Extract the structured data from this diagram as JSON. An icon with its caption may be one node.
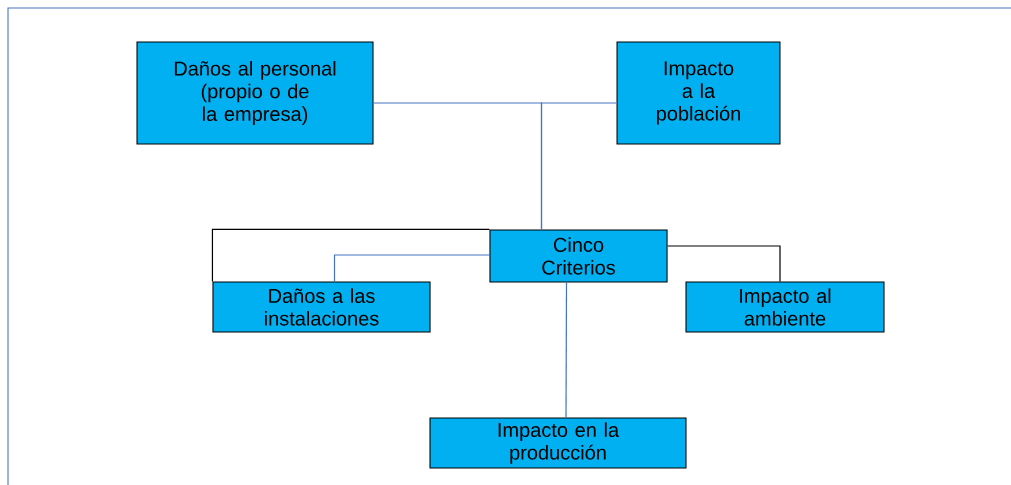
{
  "diagram": {
    "nodes": [
      {
        "text": [
          "Daños al personal (propio o de la empresa)"
        ]
      },
      {
        "text": [
          "Impacto a la población"
        ]
      },
      {
        "text": [
          "Cinco Criterios"
        ]
      },
      {
        "text": [
          "Daños a las instalaciones"
        ]
      },
      {
        "text": [
          "Impacto al ambiente"
        ]
      },
      {
        "text": [
          "Impacto en la producción"
        ]
      }
    ],
    "edges": [
      {
        "from": 2,
        "to": 0,
        "arrow": "none"
      },
      {
        "from": 2,
        "to": 1,
        "arrow": "none"
      },
      {
        "from": 2,
        "to": 3,
        "arrow": "none"
      },
      {
        "from": 2,
        "to": 4,
        "arrow": "none",
        "color": "#000000"
      },
      {
        "from": 2,
        "to": 5,
        "arrow": "none"
      },
      {
        "from": 2,
        "to": 3,
        "arrow": "none",
        "color": "#000000"
      }
    ]
  }
}
